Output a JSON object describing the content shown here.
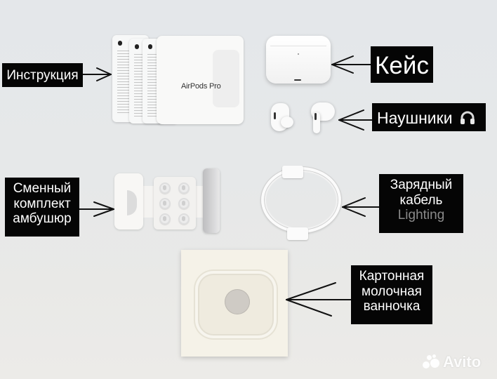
{
  "image": {
    "description": "AirPods Pro box contents photo with Russian annotation labels",
    "background_color": "#e6e8e9",
    "label_bg_color": "#050505",
    "label_text_color": "#ffffff"
  },
  "labels": {
    "instructions": {
      "text": "Инструкция"
    },
    "case": {
      "text": "Кейс"
    },
    "earbuds": {
      "text": "Наушники",
      "icon": "headphones-icon",
      "icon_glyph": "🎧"
    },
    "ear_tips": {
      "lines": [
        "Сменный",
        "комплект",
        "амбушюр"
      ]
    },
    "cable": {
      "lines": [
        "Зарядный",
        "кабель"
      ],
      "dim_line": "Lighting"
    },
    "tray": {
      "lines": [
        "Картонная",
        "молочная",
        "ванночка"
      ]
    }
  },
  "objects": {
    "instruction_card_title": "AirPods Pro"
  },
  "watermark": {
    "text": "Avito",
    "icon": "avito-dots-icon"
  }
}
